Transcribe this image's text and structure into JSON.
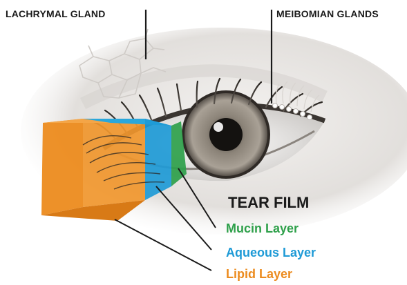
{
  "labels": {
    "lachrymal_gland": "LACHRYMAL GLAND",
    "meibomian_glands": "MEIBOMIAN GLANDS",
    "tear_film": "TEAR FILM",
    "mucin_layer": "Mucin Layer",
    "aqueous_layer": "Aqueous Layer",
    "lipid_layer": "Lipid Layer"
  },
  "colors": {
    "mucin": "#2ea04a",
    "aqueous": "#1e9ad6",
    "lipid": "#ec8b1e",
    "text": "#1a1a1a"
  }
}
